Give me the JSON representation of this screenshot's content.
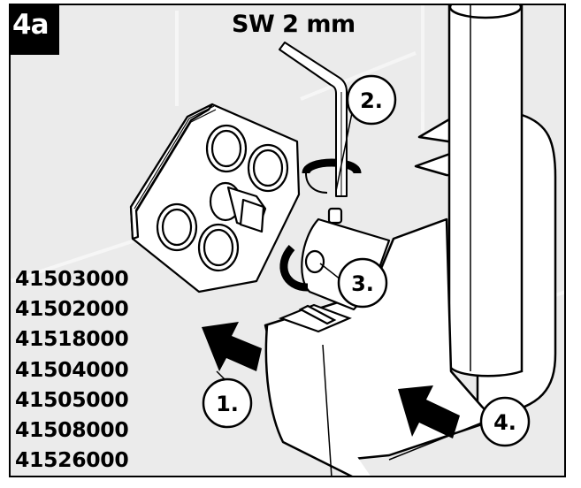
{
  "step": "4a",
  "tool": "SW 2 mm",
  "model_numbers": [
    "41503000",
    "41502000",
    "41518000",
    "41504000",
    "41505000",
    "41508000",
    "41526000"
  ],
  "callouts": [
    "1.",
    "2.",
    "3.",
    "4."
  ],
  "colors": {
    "background": "#ebebeb",
    "ink": "#000000",
    "part": "#ffffff"
  }
}
